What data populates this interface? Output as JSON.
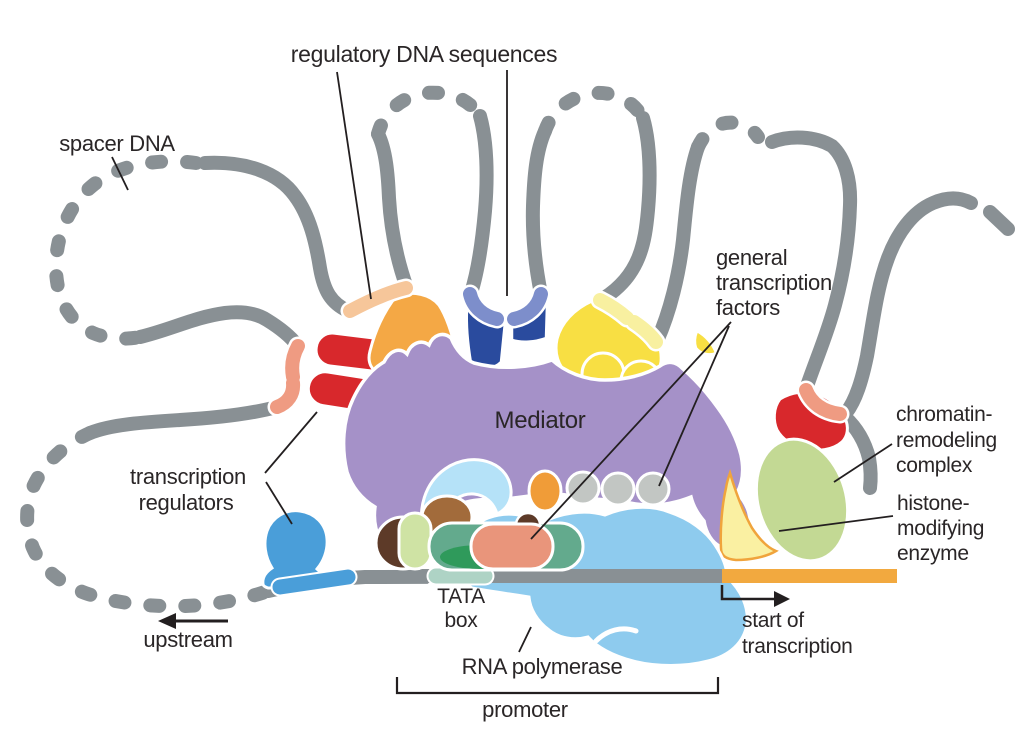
{
  "labels": {
    "spacer_dna": "spacer DNA",
    "regulatory_dna": "regulatory DNA sequences",
    "transcription_regulators_1": "transcription",
    "transcription_regulators_2": "regulators",
    "mediator": "Mediator",
    "general_tf_1": "general",
    "general_tf_2": "transcription",
    "general_tf_3": "factors",
    "chromatin_1": "chromatin-",
    "chromatin_2": "remodeling",
    "chromatin_3": "complex",
    "histone_1": "histone-",
    "histone_2": "modifying",
    "histone_3": "enzyme",
    "tata_1": "TATA",
    "tata_2": "box",
    "rna_polymerase": "RNA polymerase",
    "promoter": "promoter",
    "start_of_transcription_1": "start of",
    "start_of_transcription_2": "transcription",
    "upstream": "upstream"
  },
  "colors": {
    "dna_gray": "#899094",
    "dna_salmon": "#ef9b82",
    "dna_peach": "#f6c69a",
    "dna_periwinkle": "#7d8ecb",
    "dna_light_yellow": "#f8f0a0",
    "dna_blue": "#4a9ed9",
    "dna_orange": "#f2a93f",
    "tata_teal": "#aed3c5",
    "mediator_purple": "#a591c8",
    "regulator_red": "#d8282c",
    "regulator_orange": "#f4a845",
    "regulator_navy": "#2a4b9e",
    "regulator_yellow": "#f8df43",
    "regulator_blue": "#4a9ed9",
    "rna_polymerase_blue": "#8ecbee",
    "rna_polymerase_light": "#b5e2f8",
    "chromatin_green": "#c3d994",
    "histone_yellow": "#faf0a2",
    "histone_outline": "#f0a43c",
    "gtf_gray": "#c2c6c3",
    "gtf_salmon": "#e9957b",
    "gtf_teal": "#63aa8d",
    "gtf_dark_green": "#2f9a5b",
    "gtf_brown": "#a26b3b",
    "gtf_dark_brown": "#5d3a28",
    "gtf_light_green": "#cfe3a4",
    "gtf_orange": "#f09c38",
    "label_text": "#2a2627",
    "leader_line": "#231f20"
  }
}
